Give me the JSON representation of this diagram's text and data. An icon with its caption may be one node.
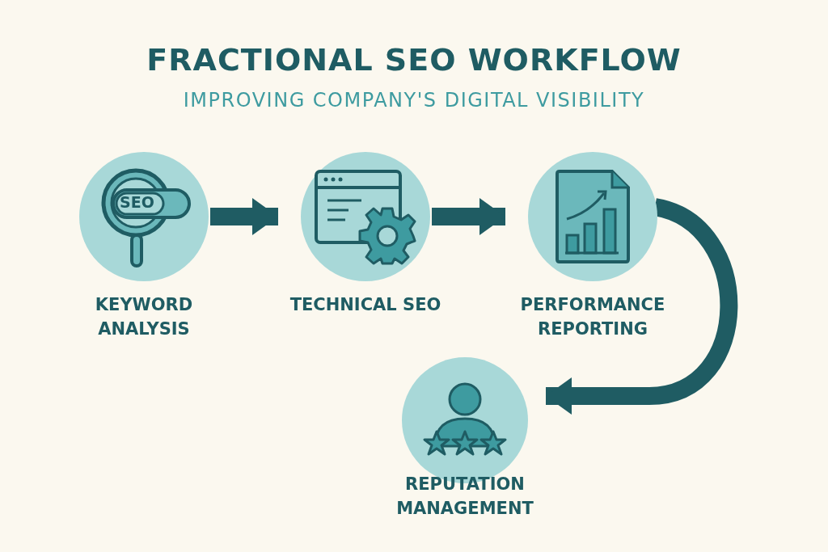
{
  "diagram": {
    "title": "FRACTIONAL SEO WORKFLOW",
    "caption": "IMPROVING COMPANY'S DIGITAL VISIBILITY",
    "nodes": [
      {
        "text": [
          "KEYWORD ANALYSIS"
        ]
      },
      {
        "text": [
          "TECHNICAL SEO"
        ]
      },
      {
        "text": [
          "PERFORMANCE REPORTING"
        ]
      },
      {
        "text": [
          "REPUTATION MANAGEMENT"
        ]
      }
    ],
    "edges": [
      {
        "from": 0,
        "to": 1,
        "arrow": "to"
      },
      {
        "from": 1,
        "to": 2,
        "arrow": "to"
      },
      {
        "from": 2,
        "to": 3,
        "arrow": "to"
      }
    ],
    "labels": [
      "SEO"
    ]
  }
}
